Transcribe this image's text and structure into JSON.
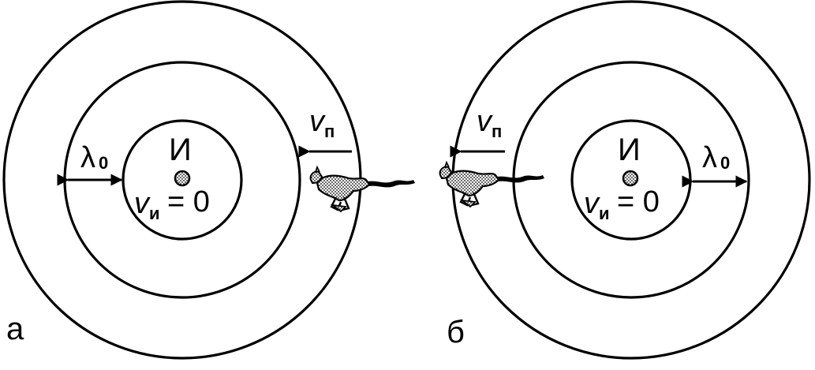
{
  "panels": [
    {
      "letter": "а",
      "source_label": "И",
      "source_velocity_symbol": "v",
      "source_velocity_subscript": "и",
      "source_velocity_value": "= 0",
      "wavelength_symbol": "λ",
      "wavelength_subscript": "0",
      "observer_velocity_symbol": "v",
      "observer_velocity_subscript": "п",
      "observer": "cheetah-running-left"
    },
    {
      "letter": "б",
      "source_label": "И",
      "source_velocity_symbol": "v",
      "source_velocity_subscript": "и",
      "source_velocity_value": "= 0",
      "wavelength_symbol": "λ",
      "wavelength_subscript": "0",
      "observer_velocity_symbol": "v",
      "observer_velocity_subscript": "п",
      "observer": "cheetah-running-left"
    }
  ],
  "colors": {
    "ink": "#000000",
    "background": "#ffffff"
  }
}
